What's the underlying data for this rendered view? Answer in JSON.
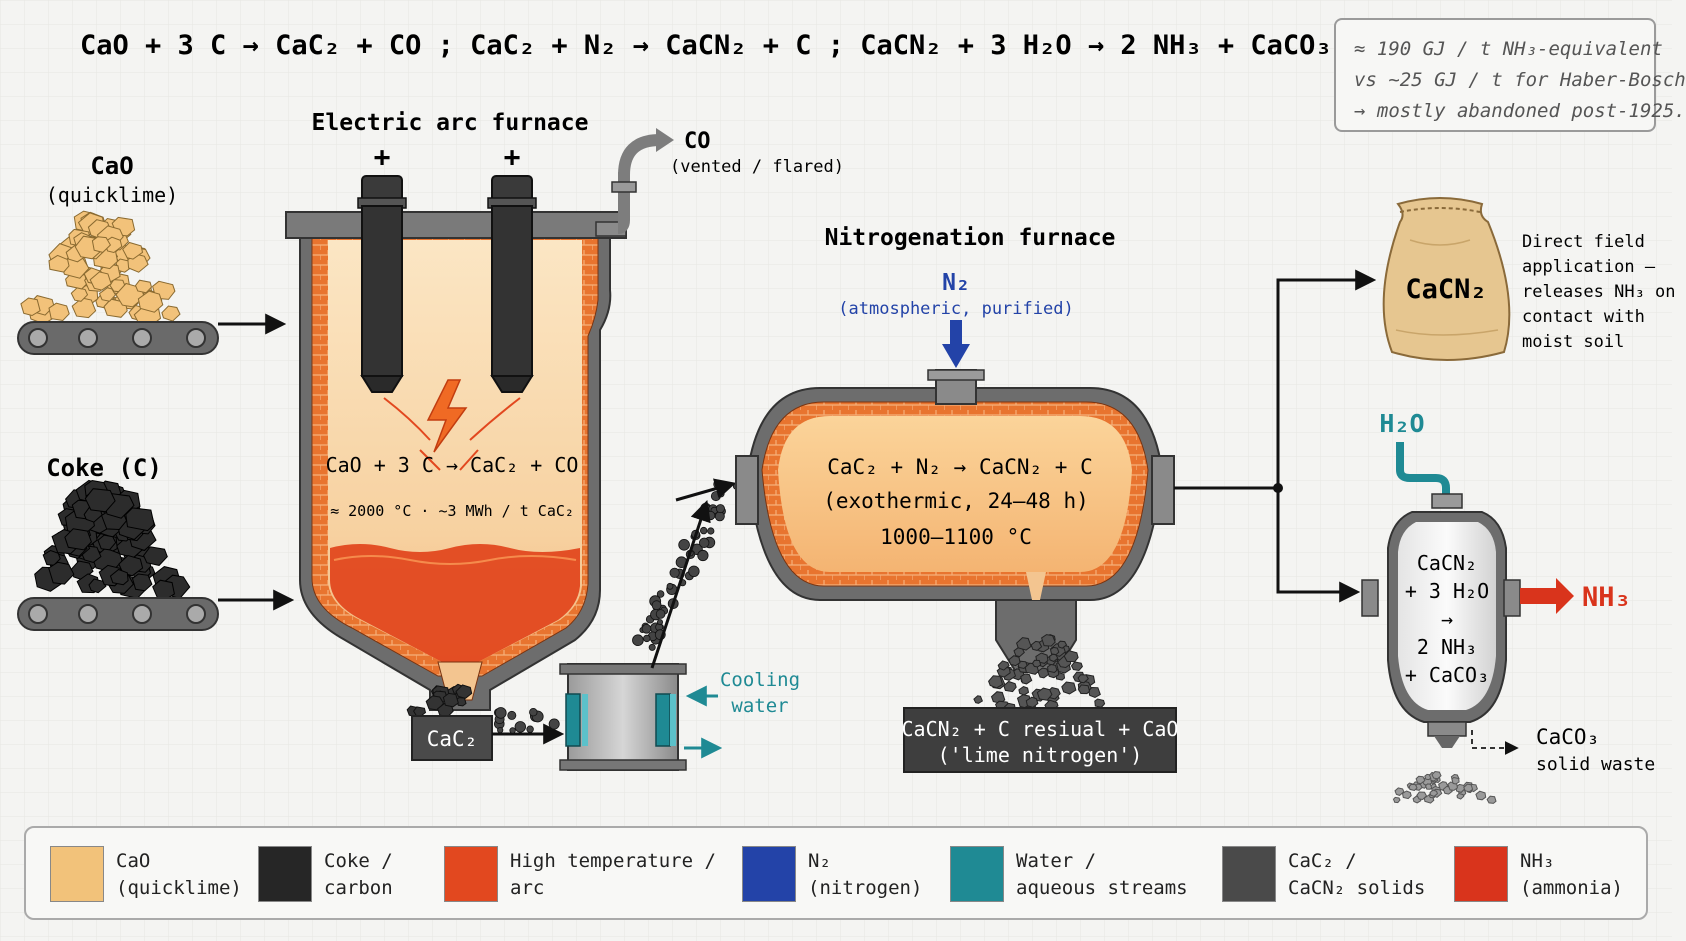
{
  "header": {
    "equation": "CaO + 3 C → CaC₂ + CO  ;  CaC₂ + N₂ → CaCN₂ + C  ;  CaCN₂ + 3 H₂O → 2 NH₃ + CaCO₃"
  },
  "note": {
    "lines": [
      "≈ 190 GJ / t NH₃-equivalent",
      "vs ~25 GJ / t for Haber-Bosch",
      "→ mostly abandoned post-1925."
    ]
  },
  "inputs": {
    "cao_label": "CaO",
    "cao_sub": "(quicklime)",
    "coke_label": "Coke (C)"
  },
  "arc_furnace": {
    "title": "Electric arc furnace",
    "plus": "+",
    "reaction": "CaO + 3 C → CaC₂ + CO",
    "conditions": "≈ 2000 °C  ·  ~3 MWh / t CaC₂",
    "product": "CaC₂"
  },
  "co_exhaust": {
    "label": "CO",
    "sub": "(vented / flared)"
  },
  "cooler": {
    "label_line1": "Cooling",
    "label_line2": "water"
  },
  "nitrogenation": {
    "title": "Nitrogenation furnace",
    "n2_label": "N₂",
    "n2_sub": "(atmospheric, purified)",
    "reaction": "CaC₂ + N₂ → CaCN₂ + C",
    "detail": "(exothermic, 24–48 h)",
    "temperature": "1000–1100 °C",
    "product_line1": "CaCN₂ + C resiual + CaO",
    "product_line2": "('lime nitrogen')"
  },
  "fertilizer": {
    "bag_label": "CaCN₂",
    "desc": [
      "Direct field",
      "application —",
      "releases NH₃ on",
      "contact with",
      "moist soil"
    ]
  },
  "hydrolysis": {
    "water_label": "H₂O",
    "lines": [
      "CaCN₂",
      "+ 3 H₂O",
      "→",
      "2 NH₃",
      "+ CaCO₃"
    ],
    "nh3_out": "NH₃",
    "waste_label": "CaCO₃",
    "waste_sub": "solid waste"
  },
  "legend": [
    {
      "line1": "CaO",
      "line2": "(quicklime)",
      "color": "#f2c27a"
    },
    {
      "line1": "Coke /",
      "line2": "carbon",
      "color": "#262626"
    },
    {
      "line1": "High temperature /",
      "line2": "arc",
      "color": "#e2481f"
    },
    {
      "line1": "N₂",
      "line2": "(nitrogen)",
      "color": "#2343a8"
    },
    {
      "line1": "Water /",
      "line2": "aqueous streams",
      "color": "#1f8a94"
    },
    {
      "line1": "CaC₂ /",
      "line2": "CaCN₂ solids",
      "color": "#4a4a4a"
    },
    {
      "line1": "NH₃",
      "line2": "(ammonia)",
      "color": "#d9341c"
    }
  ],
  "colors": {
    "quicklime": "#f2c27a",
    "coke": "#262626",
    "hot": "#e2481f",
    "nitrogen": "#2343a8",
    "water": "#1f8a94",
    "solids": "#4a4a4a",
    "ammonia": "#d9341c"
  }
}
